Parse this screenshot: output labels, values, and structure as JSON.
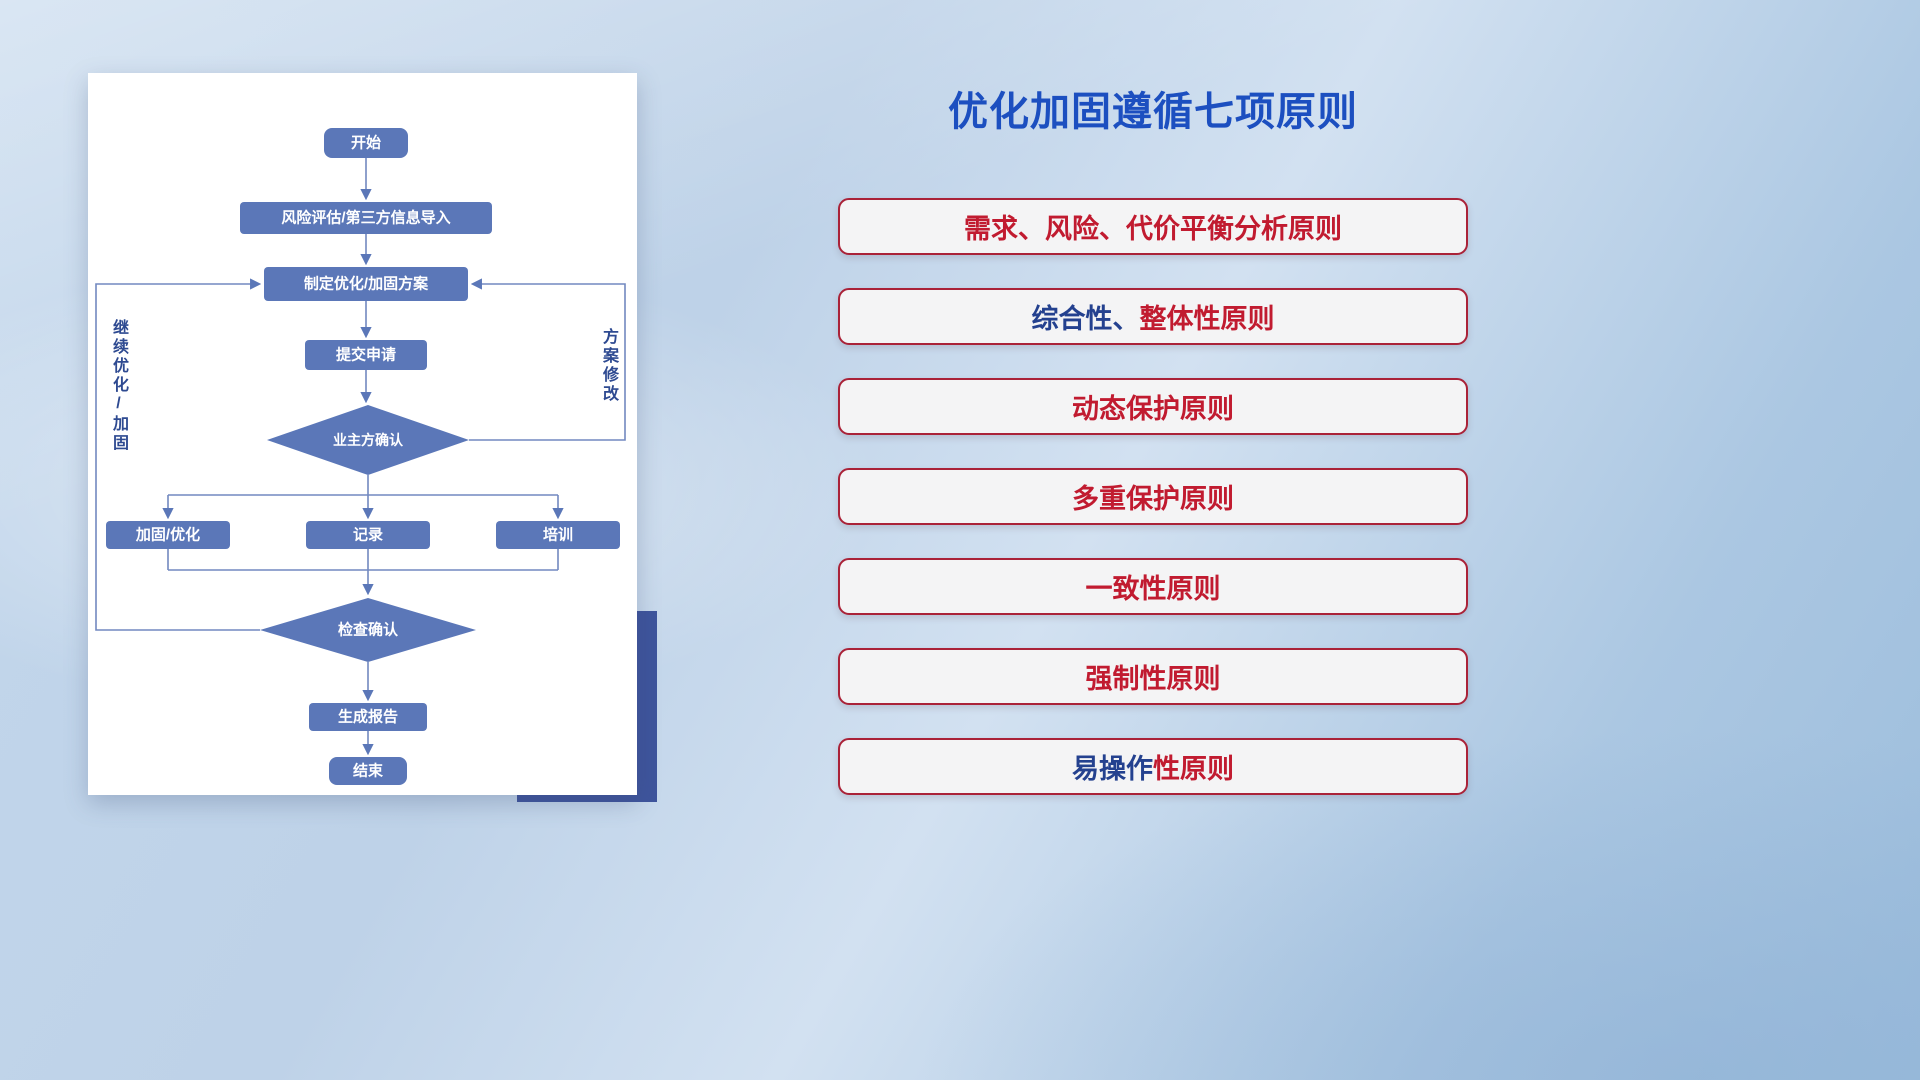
{
  "title": "优化加固遵循七项原则",
  "principles": [
    {
      "segments": [
        {
          "text": "需求、风险、代价平衡分析原则",
          "color": "#c11b30"
        }
      ]
    },
    {
      "segments": [
        {
          "text": "综合性、",
          "color": "#24418f"
        },
        {
          "text": "整体性原则",
          "color": "#c11b30"
        }
      ]
    },
    {
      "segments": [
        {
          "text": "动态保护原则",
          "color": "#c11b30"
        }
      ]
    },
    {
      "segments": [
        {
          "text": "多重保护原则",
          "color": "#c11b30"
        }
      ]
    },
    {
      "segments": [
        {
          "text": "一致性原则",
          "color": "#c11b30"
        }
      ]
    },
    {
      "segments": [
        {
          "text": "强制性原则",
          "color": "#c11b30"
        }
      ]
    },
    {
      "segments": [
        {
          "text": "易操作",
          "color": "#24418f"
        },
        {
          "text": "性原则",
          "color": "#c11b30"
        }
      ]
    }
  ],
  "flowchart": {
    "nodes": {
      "start": "开始",
      "risk_import": "风险评估/第三方信息导入",
      "make_plan": "制定优化/加固方案",
      "submit_request": "提交申请",
      "owner_confirm": "业主方确认",
      "reinforce_optimize": "加固/优化",
      "record": "记录",
      "training": "培训",
      "check_confirm": "检查确认",
      "generate_report": "生成报告",
      "end": "结束"
    },
    "labels": {
      "left_loop": "继续优化/加固",
      "right_loop": "方案修改"
    }
  },
  "colors": {
    "title": "#1c4fc0",
    "principle_red": "#c11b30",
    "principle_blue": "#24418f",
    "card_border": "#aa2238",
    "card_background": "#f4f4f5",
    "node_fill": "#5b77b8",
    "connector": "#7289c0",
    "accent_rect": "#3e549c"
  }
}
